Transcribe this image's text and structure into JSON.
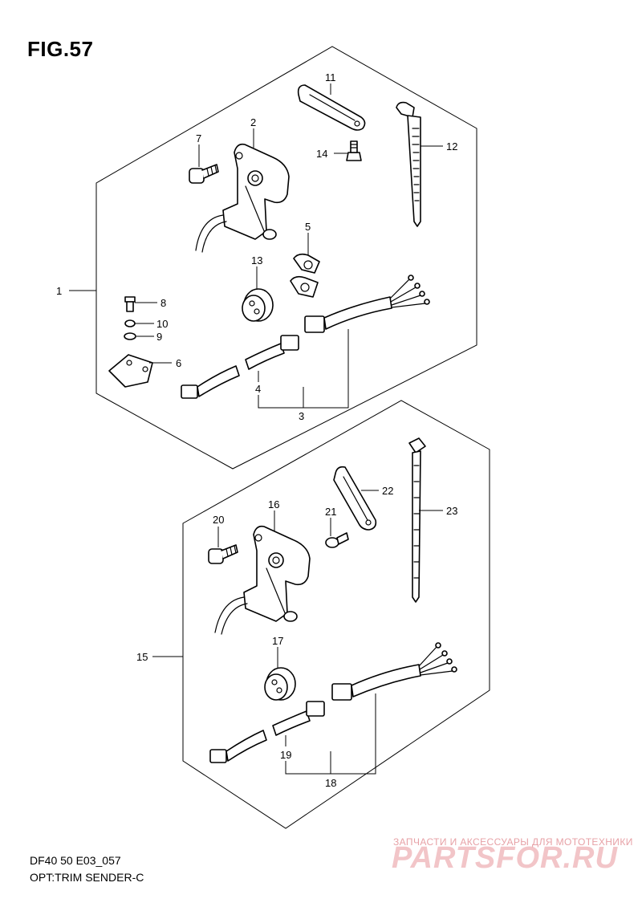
{
  "figure": {
    "title": "FIG.57"
  },
  "footer": {
    "model": "DF40 50 E03_057",
    "subtitle": "OPT:TRIM SENDER-C"
  },
  "watermark": {
    "tagline": "ЗАПЧАСТИ И АКСЕССУАРЫ ДЛЯ МОТОТЕХНИКИ",
    "logo": "PARTSFOR.RU"
  },
  "callouts": {
    "c1": "1",
    "c2": "2",
    "c3": "3",
    "c4": "4",
    "c5": "5",
    "c6": "6",
    "c7": "7",
    "c8": "8",
    "c9": "9",
    "c10": "10",
    "c11": "11",
    "c12": "12",
    "c13": "13",
    "c14": "14",
    "c15": "15",
    "c16": "16",
    "c17": "17",
    "c18": "18",
    "c19": "19",
    "c20": "20",
    "c21": "21",
    "c22": "22",
    "c23": "23"
  }
}
